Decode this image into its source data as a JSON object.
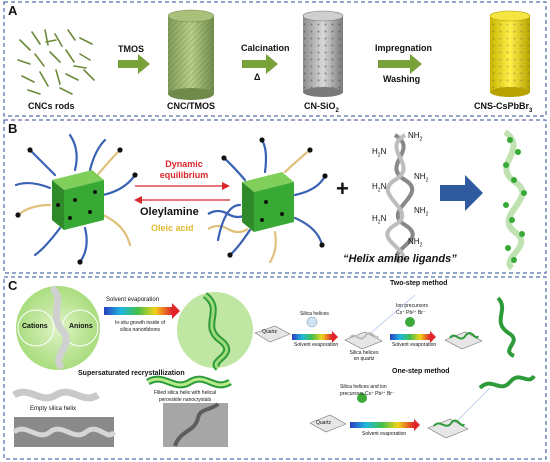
{
  "panel_a": {
    "letter": "A",
    "stage1_label": "CNCs rods",
    "step1": "TMOS",
    "stage2_label": "CNC/TMOS",
    "step2": "Calcination",
    "step2_symbol": "Δ",
    "stage3_label": "CN-SiO",
    "stage3_sub": "2",
    "step3a": "Impregnation",
    "step3b": "Washing",
    "stage4_label": "CNS-CsPbBr",
    "stage4_sub": "3"
  },
  "panel_b": {
    "letter": "B",
    "equilibrium_line1": "Dynamic",
    "equilibrium_line2": "equilibrium",
    "legend_oleylamine": "Oleylamine",
    "legend_oleic": "Oleic acid",
    "plus": "+",
    "helix_caption": "“Helix amine ligands”",
    "nh2_right": "NH",
    "h2n_left": "H",
    "nh2_sub": "2"
  },
  "panel_c": {
    "letter": "C",
    "cations": "Cations",
    "anions": "Anions",
    "solvent_evaporation": "Solvent evaporation",
    "insitu_line1": "In-situ growth inside of",
    "insitu_line2": "silica nanoribbons",
    "supersaturated": "Supersaturated recrystallization",
    "empty_helix": "Empty silica helix",
    "filled_line1": "Filled silica helix with helical",
    "filled_line2": "perovskite nanocrystals",
    "two_step": "Two-step method",
    "silica_helices": "Silica helices",
    "ion_precursors": "Ion precursors",
    "ions": "Cs⁺ Pb²⁺ Br⁻",
    "quartz": "Quartz",
    "solvent_evap_small": "Solvent evaporation",
    "silica_on_quartz_1": "Silica helices",
    "silica_on_quartz_2": "on quartz",
    "one_step": "One-step method",
    "one_step_line1": "Silica helices and ion",
    "one_step_line2": "precursors Cs⁺ Pb²⁺ Br⁻",
    "quartz2": "Quartz",
    "solvent_evap_small2": "Solvent evaporation"
  },
  "colors": {
    "panel_border": "#2b4c9b",
    "process_arrow": "#7aa23a",
    "equilibrium_text": "#d9262b",
    "oleic_text": "#e0b92f",
    "fat_arrow": "#2f5aa0",
    "nanocrystal_green": "#39a935",
    "ligand_blue": "#3a62b4",
    "ligand_tan": "#e0c07a"
  }
}
